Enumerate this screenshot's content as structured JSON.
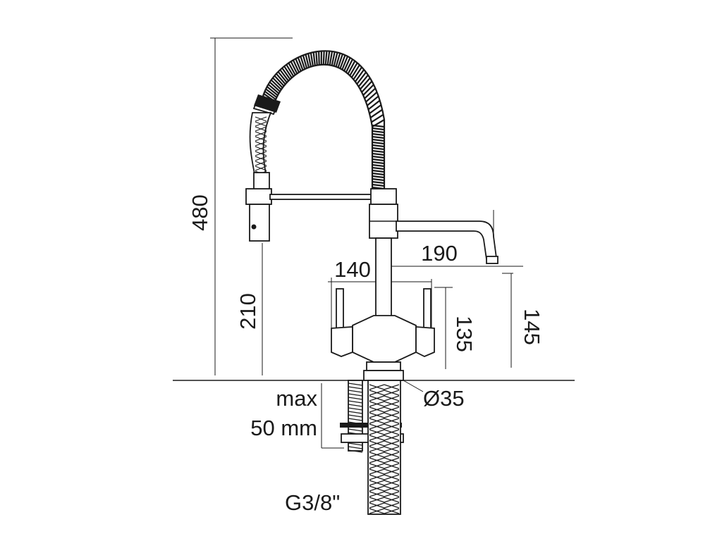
{
  "dimensions": {
    "height_total": "480",
    "height_spout": "210",
    "spout_reach": "190",
    "handle_spread": "140",
    "handle_height": "135",
    "spout_outlet_height": "145",
    "base_diameter": "Ø35",
    "deck_thickness_line1": "max",
    "deck_thickness_line2": "50 mm",
    "thread_size": "G3/8\""
  },
  "colors": {
    "ink": "#1a1a1a",
    "background": "#ffffff"
  }
}
